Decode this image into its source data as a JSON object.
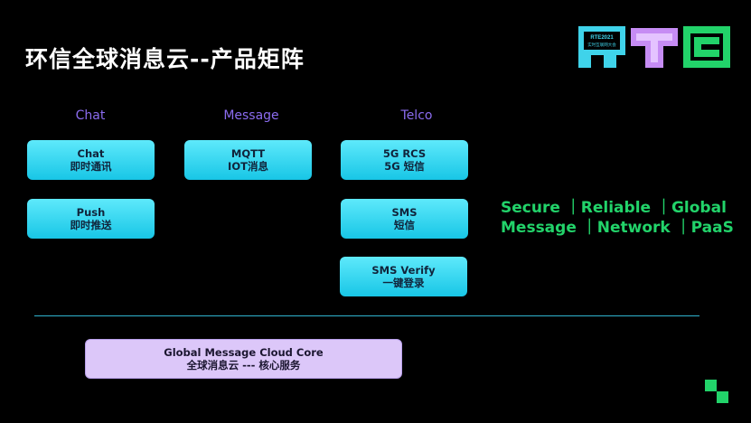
{
  "title": "环信全球消息云--产品矩阵",
  "logo": {
    "text_top": "RTE2021",
    "text_bottom": "实时互联网大会",
    "letters": "RTE"
  },
  "columns": [
    {
      "label": "Chat"
    },
    {
      "label": "Message"
    },
    {
      "label": "Telco"
    }
  ],
  "boxes": {
    "chat": {
      "line1": "Chat",
      "line2": "即时通讯"
    },
    "push": {
      "line1": "Push",
      "line2": "即时推送"
    },
    "mqtt": {
      "line1": "MQTT",
      "line2": "IOT消息"
    },
    "rcs": {
      "line1": "5G RCS",
      "line2": "5G 短信"
    },
    "sms": {
      "line1": "SMS",
      "line2": "短信"
    },
    "sms_verify": {
      "line1": "SMS Verify",
      "line2": "一键登录"
    }
  },
  "tagline": {
    "line1": "Secure ｜Reliable ｜Global",
    "line2": "Message ｜Network ｜PaaS"
  },
  "core": {
    "line1": "Global Message Cloud Core",
    "line2": "全球消息云 --- 核心服务"
  },
  "colors": {
    "background": "#000000",
    "accent_green": "#22d36a",
    "cyan_box": "#18c6e6",
    "purple_heading": "#8b6cf0",
    "core_box": "#dcc7f9"
  }
}
